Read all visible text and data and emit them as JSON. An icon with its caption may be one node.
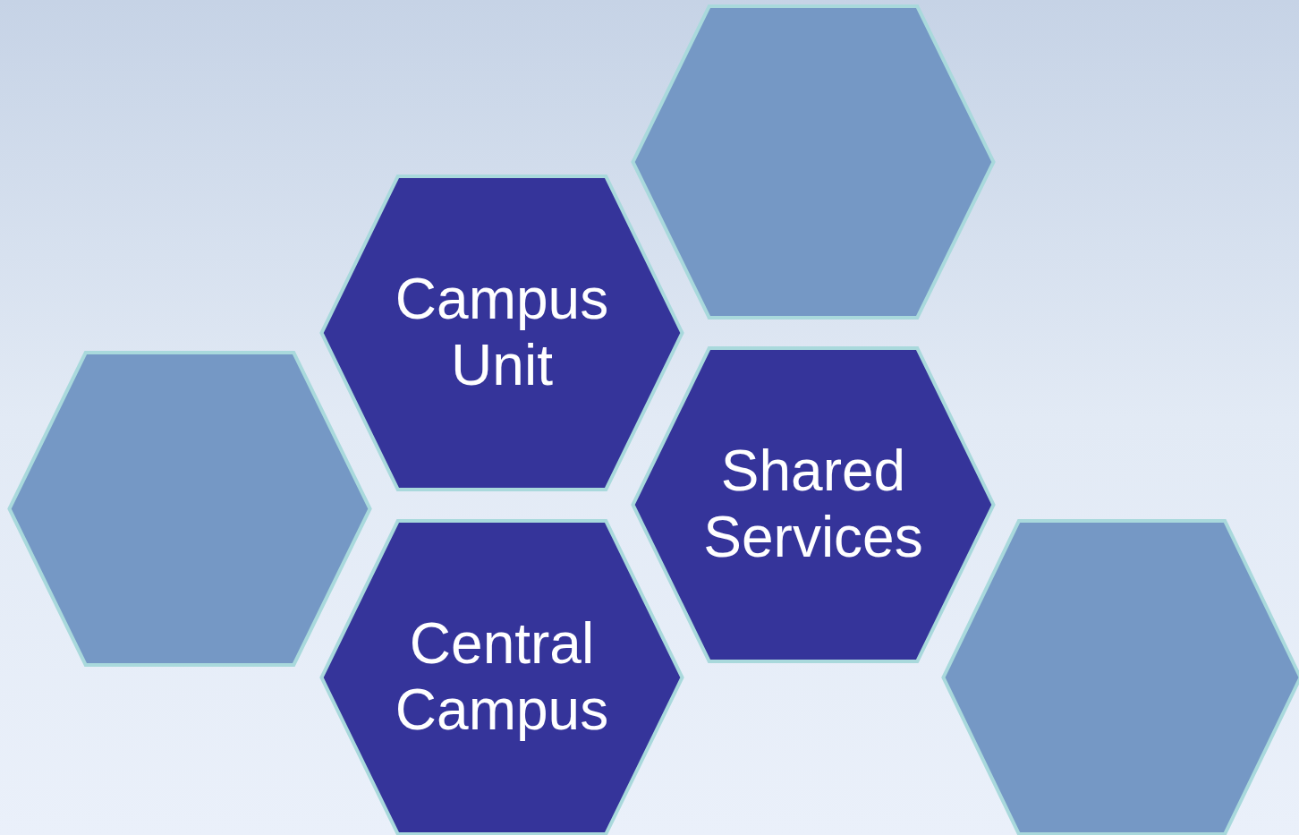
{
  "diagram": {
    "nodes": [
      {
        "text": [],
        "shape": "hexagon"
      },
      {
        "text": [
          "Campus Unit"
        ]
      },
      {
        "text": [],
        "shape": "hexagon"
      },
      {
        "text": [
          "Shared Services"
        ]
      },
      {
        "text": [
          "Central Campus"
        ]
      },
      {
        "text": [],
        "shape": "hexagon"
      }
    ]
  }
}
